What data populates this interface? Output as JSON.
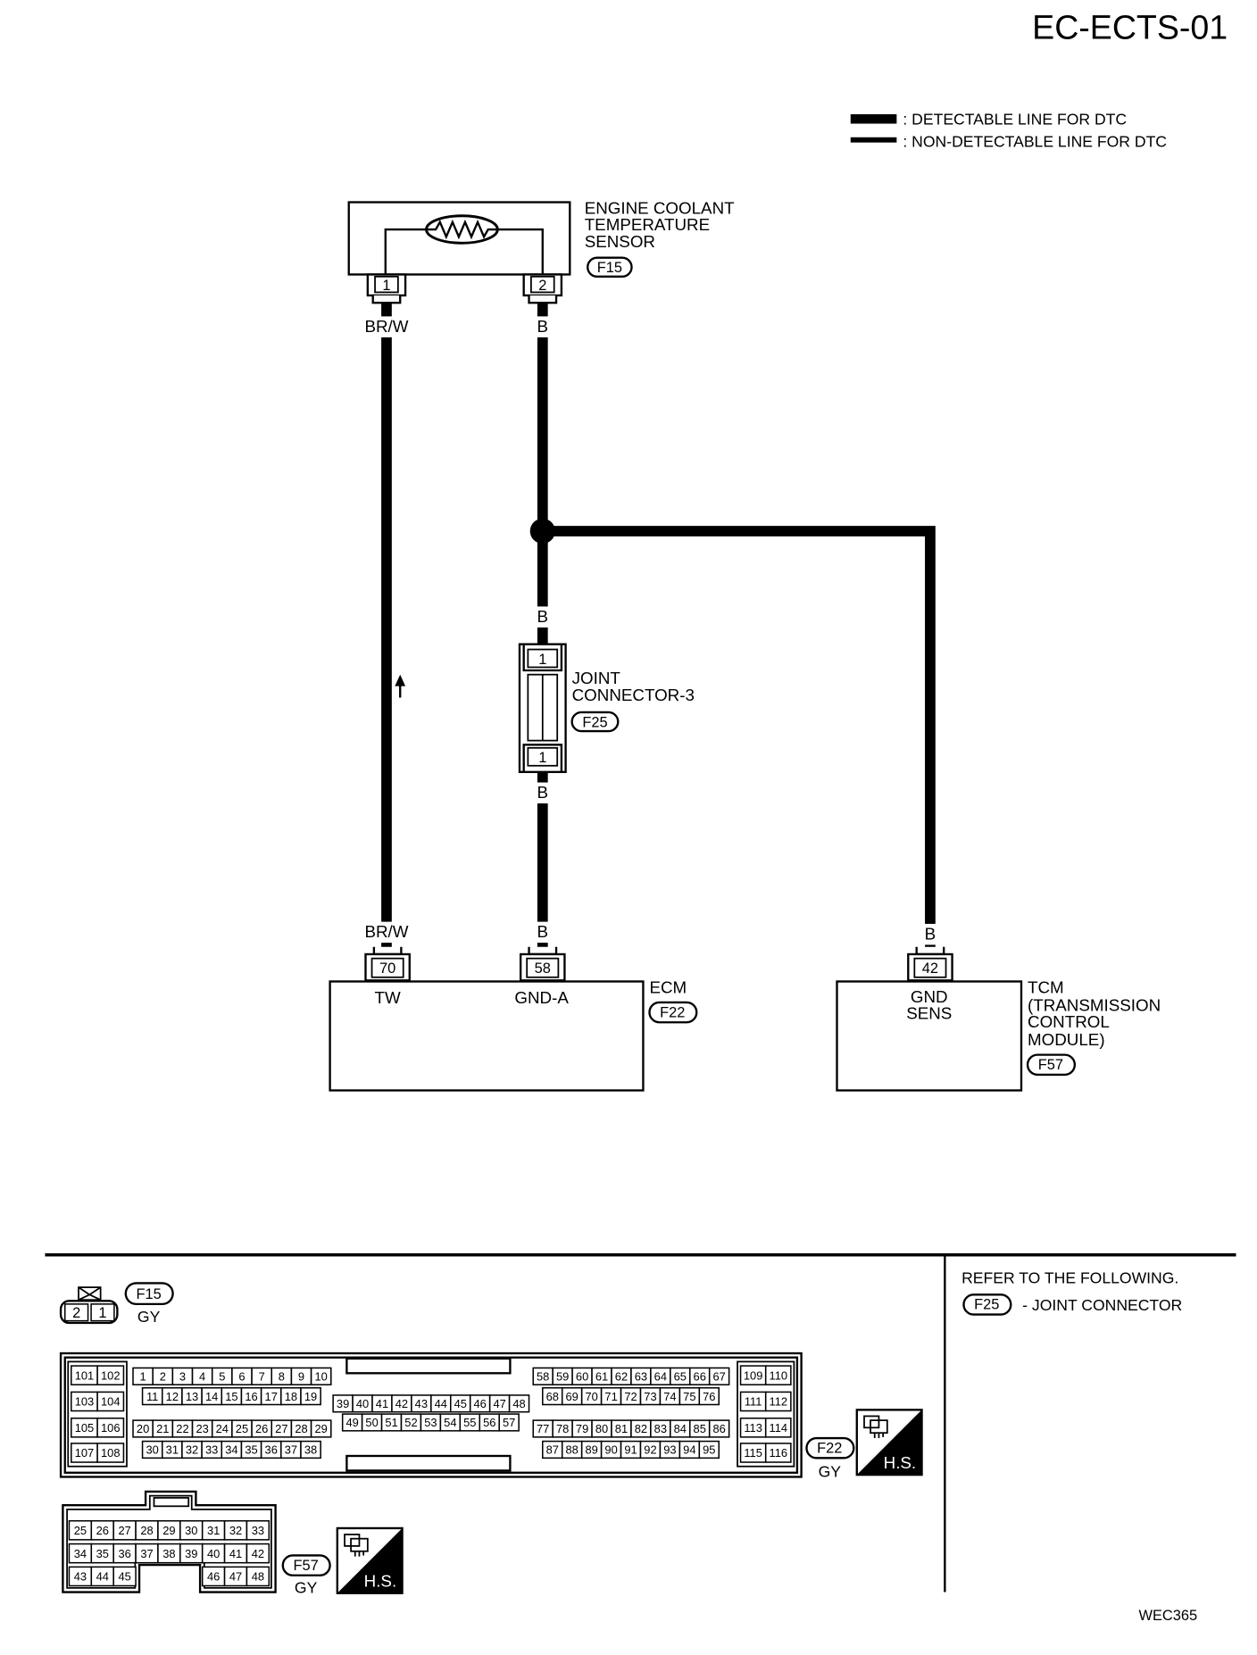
{
  "page_code": "EC-ECTS-01",
  "legend": {
    "detectable": ": DETECTABLE LINE FOR DTC",
    "non_detectable": ": NON-DETECTABLE LINE FOR DTC"
  },
  "sensor": {
    "name_lines": [
      "ENGINE COOLANT",
      "TEMPERATURE",
      "SENSOR"
    ],
    "connector": "F15",
    "pins": [
      "1",
      "2"
    ]
  },
  "wires": {
    "sensor_pin1_color": "BR/W",
    "sensor_pin2_color": "B",
    "joint_in_color": "B",
    "joint_out_color": "B",
    "ecm_pin70_color": "BR/W",
    "ecm_pin58_color": "B",
    "tcm_pin42_color": "B"
  },
  "joint_connector": {
    "name_lines": [
      "JOINT",
      "CONNECTOR-3"
    ],
    "connector": "F25",
    "pin_top": "1",
    "pin_bottom": "1"
  },
  "ecm": {
    "name": "ECM",
    "connector": "F22",
    "pins": [
      {
        "number": "70",
        "terminal": "TW"
      },
      {
        "number": "58",
        "terminal": "GND-A"
      }
    ]
  },
  "tcm": {
    "name_lines": [
      "TCM",
      "(TRANSMISSION",
      "CONTROL",
      "MODULE)"
    ],
    "connector": "F57",
    "pin": "42",
    "terminal_lines": [
      "GND",
      "SENS"
    ]
  },
  "refer": {
    "heading": "REFER TO THE FOLLOWING.",
    "connector": "F25",
    "description": "- JOINT CONNECTOR"
  },
  "connector_views": {
    "f15": {
      "id": "F15",
      "color": "GY",
      "pins": [
        "2",
        "1"
      ]
    },
    "f22": {
      "id": "F22",
      "color": "GY",
      "hs": "H.S.",
      "blocks": [
        {
          "rows": [
            [
              "101",
              "102"
            ],
            [
              "103",
              "104"
            ],
            [
              "105",
              "106"
            ],
            [
              "107",
              "108"
            ]
          ]
        },
        {
          "rows": [
            [
              "1",
              "2",
              "3",
              "4",
              "5",
              "6",
              "7",
              "8",
              "9",
              "10"
            ],
            [
              "11",
              "12",
              "13",
              "14",
              "15",
              "16",
              "17",
              "18",
              "19"
            ],
            [
              "20",
              "21",
              "22",
              "23",
              "24",
              "25",
              "26",
              "27",
              "28",
              "29"
            ],
            [
              "30",
              "31",
              "32",
              "33",
              "34",
              "35",
              "36",
              "37",
              "38"
            ]
          ]
        },
        {
          "rows": [
            [
              "39",
              "40",
              "41",
              "42",
              "43",
              "44",
              "45",
              "46",
              "47",
              "48"
            ],
            [
              "49",
              "50",
              "51",
              "52",
              "53",
              "54",
              "55",
              "56",
              "57"
            ]
          ]
        },
        {
          "rows": [
            [
              "58",
              "59",
              "60",
              "61",
              "62",
              "63",
              "64",
              "65",
              "66",
              "67"
            ],
            [
              "68",
              "69",
              "70",
              "71",
              "72",
              "73",
              "74",
              "75",
              "76"
            ],
            [
              "77",
              "78",
              "79",
              "80",
              "81",
              "82",
              "83",
              "84",
              "85",
              "86"
            ],
            [
              "87",
              "88",
              "89",
              "90",
              "91",
              "92",
              "93",
              "94",
              "95"
            ]
          ]
        },
        {
          "rows": [
            [
              "109",
              "110"
            ],
            [
              "111",
              "112"
            ],
            [
              "113",
              "114"
            ],
            [
              "115",
              "116"
            ]
          ]
        }
      ]
    },
    "f57": {
      "id": "F57",
      "color": "GY",
      "hs": "H.S.",
      "rows": [
        [
          "25",
          "26",
          "27",
          "28",
          "29",
          "30",
          "31",
          "32",
          "33"
        ],
        [
          "34",
          "35",
          "36",
          "37",
          "38",
          "39",
          "40",
          "41",
          "42"
        ],
        [
          "43",
          "44",
          "45",
          null,
          null,
          null,
          "46",
          "47",
          "48"
        ]
      ]
    }
  },
  "figure_code": "WEC365"
}
